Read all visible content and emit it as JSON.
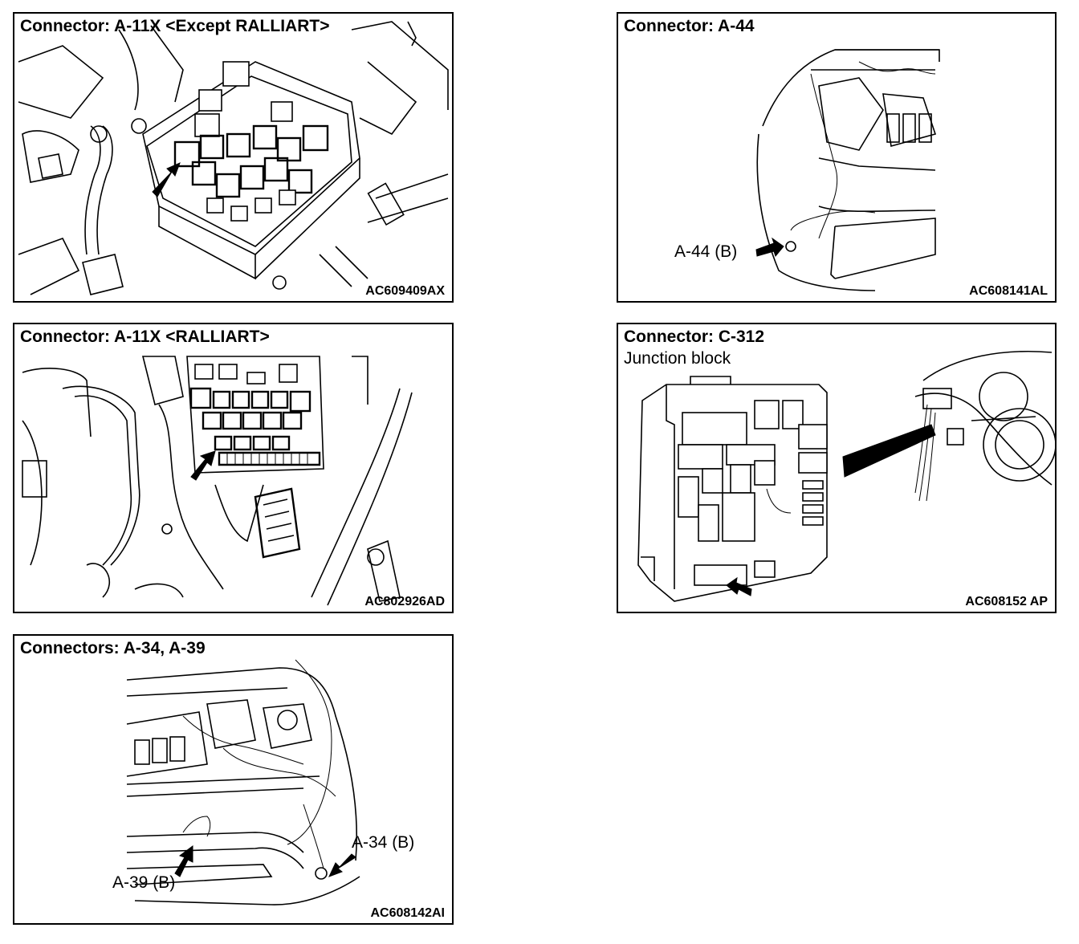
{
  "panels": [
    {
      "title": "Connector: A-11X <Except RALLIART>",
      "code": "AC609409AX"
    },
    {
      "title": "Connector: A-44",
      "code": "AC608141AL",
      "callout": "A-44 (B)"
    },
    {
      "title": "Connector: A-11X <RALLIART>",
      "code": "AC802926AD"
    },
    {
      "title": "Connector: C-312",
      "subtitle": "Junction block",
      "code": "AC608152 AP"
    },
    {
      "title": "Connectors: A-34, A-39",
      "code": "AC608142AI",
      "callouts": [
        "A-34 (B)",
        "A-39 (B)"
      ]
    }
  ],
  "icons": [
    "arrow-icon"
  ]
}
